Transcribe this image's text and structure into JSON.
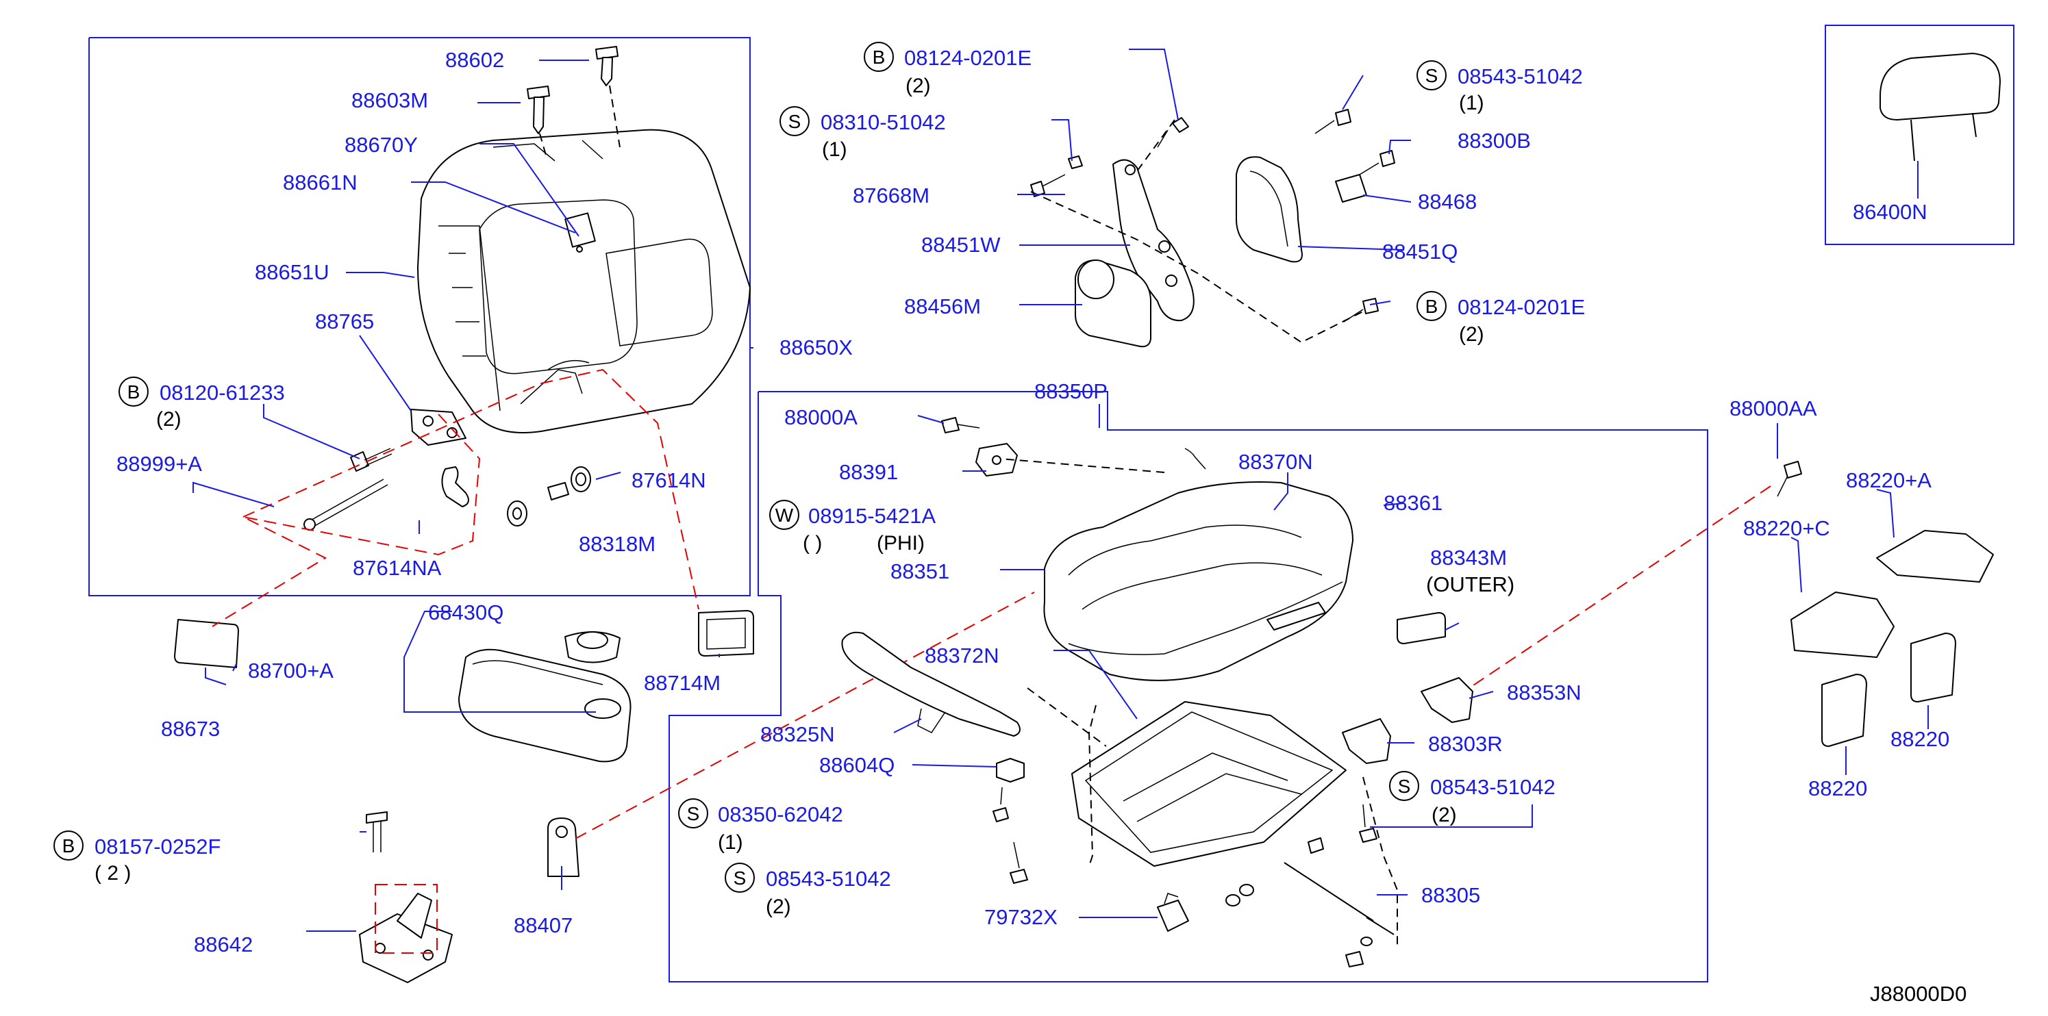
{
  "diagram_code": "J88000D0",
  "parts": {
    "p88602": "88602",
    "p88603M": "88603M",
    "p88670Y": "88670Y",
    "p88661N": "88661N",
    "p88651U": "88651U",
    "p88765": "88765",
    "p88650X": "88650X",
    "p88999A": "88999+A",
    "p87614N": "87614N",
    "p88318M": "88318M",
    "p87614NA": "87614NA",
    "p68430Q": "68430Q",
    "p88700A": "88700+A",
    "p88673": "88673",
    "p88714M": "88714M",
    "p88642": "88642",
    "p88407": "88407",
    "p87668M": "87668M",
    "p88451W": "88451W",
    "p88456M": "88456M",
    "p88300B": "88300B",
    "p88468": "88468",
    "p88451Q": "88451Q",
    "p86400N": "86400N",
    "p88350P": "88350P",
    "p88000A": "88000A",
    "p88391": "88391",
    "p88370N": "88370N",
    "p88361": "88361",
    "p88351": "88351",
    "p88343M": "88343M",
    "p88343M_note": "(OUTER)",
    "p88372N": "88372N",
    "p88325N": "88325N",
    "p88604Q": "88604Q",
    "p88353N": "88353N",
    "p88303R": "88303R",
    "p88305": "88305",
    "p79732X": "79732X",
    "p88000AA": "88000AA",
    "p88220A": "88220+A",
    "p88220C": "88220+C",
    "p88220_a": "88220",
    "p88220_b": "88220"
  },
  "fasteners": {
    "f1": {
      "prefix": "B",
      "number": "08124-0201E",
      "qty": "(2)"
    },
    "f2": {
      "prefix": "S",
      "number": "08310-51042",
      "qty": "(1)"
    },
    "f3": {
      "prefix": "S",
      "number": "08543-51042",
      "qty": "(1)"
    },
    "f4": {
      "prefix": "B",
      "number": "08124-0201E",
      "qty": "(2)"
    },
    "f5": {
      "prefix": "B",
      "number": "08120-61233",
      "qty": "(2)"
    },
    "f6": {
      "prefix": "W",
      "number": "08915-5421A",
      "qty": "(PHI)",
      "qty_prefix": "( )"
    },
    "f7": {
      "prefix": "B",
      "number": "08157-0252F",
      "qty": "( 2 )"
    },
    "f8": {
      "prefix": "S",
      "number": "08350-62042",
      "qty": "(1)"
    },
    "f9": {
      "prefix": "S",
      "number": "08543-51042",
      "qty": "(2)"
    },
    "f10": {
      "prefix": "S",
      "number": "08543-51042",
      "qty": "(2)"
    }
  },
  "colors": {
    "label": "#1a1ae6",
    "leader": "#1a1ae6",
    "art": "#000000",
    "guide": "#e60000"
  }
}
